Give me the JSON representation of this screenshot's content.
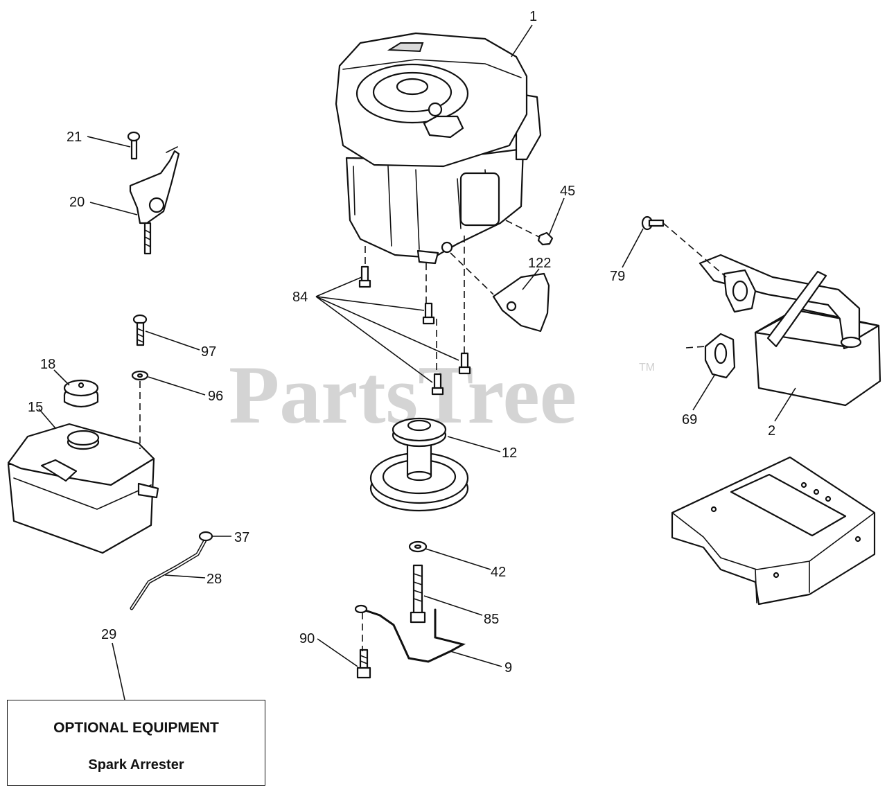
{
  "watermark": {
    "brand": "PartsTree",
    "trademark": "TM"
  },
  "callouts": {
    "engine": "1",
    "muffler": "2",
    "clamp_rod": "9",
    "pulley": "12",
    "fuel_tank": "15",
    "fuel_cap": "18",
    "throttle_bracket": "20",
    "bracket_screw": "21",
    "fuel_line": "28",
    "spark_arrester": "29",
    "hose_clamp": "37",
    "washer_42": "42",
    "nut_45": "45",
    "gasket": "69",
    "muffler_bolt": "79",
    "engine_bolts": "84",
    "pulley_bolt": "85",
    "clamp_bolt": "90",
    "washer_96": "96",
    "tank_bolt": "97",
    "heat_shield": "122"
  },
  "optional_equipment": {
    "title": "OPTIONAL EQUIPMENT",
    "item": "Spark Arrester"
  }
}
